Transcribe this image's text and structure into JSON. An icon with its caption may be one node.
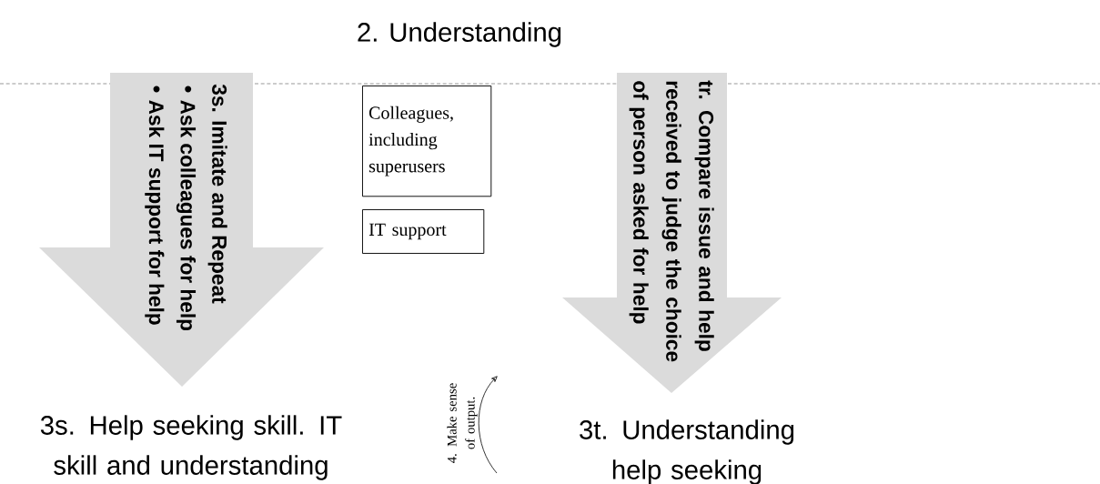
{
  "diagram": {
    "title": "2. Understanding",
    "nodes": [
      {
        "text": [
          "3s. Imitate and Repeat",
          "Ask colleagues for help",
          "Ask IT support for help"
        ]
      },
      {
        "text": [
          "Colleagues, including superusers"
        ]
      },
      {
        "text": [
          "IT support"
        ]
      },
      {
        "text": [
          "tr. Compare issue and help received to judge the choice of person asked for help"
        ]
      }
    ],
    "labels": [
      "3s. Help seeking skill. IT skill and understanding",
      "4. Make sense of output.",
      "3t. Understanding help seeking"
    ]
  }
}
